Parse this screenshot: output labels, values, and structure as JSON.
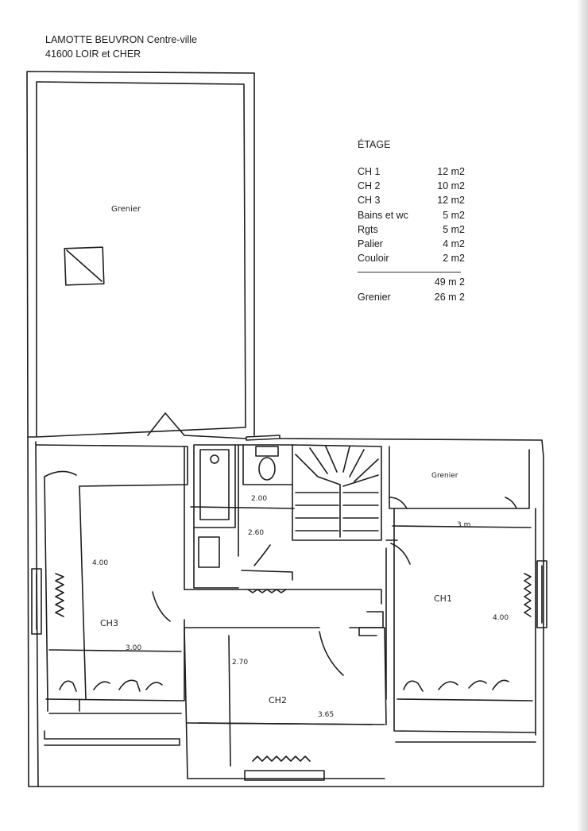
{
  "header": {
    "line1": "LAMOTTE BEUVRON Centre-ville",
    "line2": "41600 LOIR et CHER"
  },
  "summary": {
    "title": "ÉTAGE",
    "rows": [
      {
        "label": "CH 1",
        "value": "12 m2"
      },
      {
        "label": "CH 2",
        "value": "10 m2"
      },
      {
        "label": "CH 3",
        "value": "12 m2"
      },
      {
        "label": "Bains et wc",
        "value": "5 m2"
      },
      {
        "label": "Rgts",
        "value": "5 m2"
      },
      {
        "label": "Palier",
        "value": "4 m2"
      },
      {
        "label": "Couloir",
        "value": "2 m2"
      }
    ],
    "total": "49 m 2",
    "grenier_label": "Grenier",
    "grenier_value": "26 m 2"
  },
  "plan": {
    "grenier_main": "Grenier",
    "grenier_small": "Grenier",
    "ch1": "CH1",
    "ch2": "CH2",
    "ch3": "CH3",
    "dim_200": "2.00",
    "dim_260": "2.60",
    "dim_3m": "3 m",
    "dim_400_ch3": "4.00",
    "dim_300": "3.00",
    "dim_270": "2.70",
    "dim_365": "3.65",
    "dim_400_ch1": "4.00"
  }
}
